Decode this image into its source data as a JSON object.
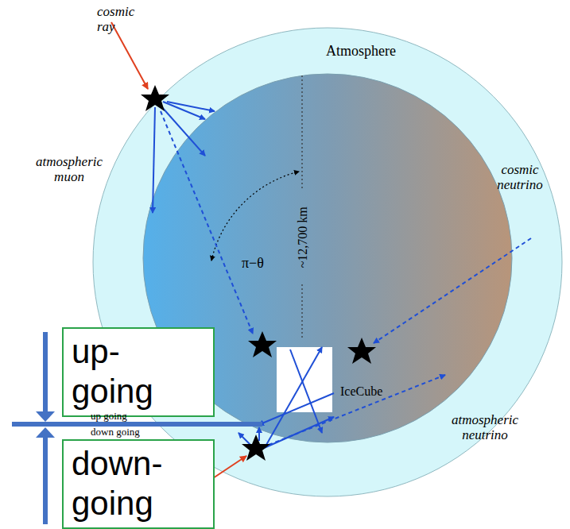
{
  "diagram": {
    "nodes": [
      {
        "text": [
          "up- going"
        ]
      },
      {
        "text": [
          "down- going"
        ]
      }
    ],
    "labels": [
      "cosmic ray",
      "Atmosphere",
      "atmospheric muon",
      "cosmic neutrino",
      "π−θ",
      "~12,700 km",
      "IceCube",
      "up going",
      "down going",
      "atmospheric neutrino"
    ]
  }
}
